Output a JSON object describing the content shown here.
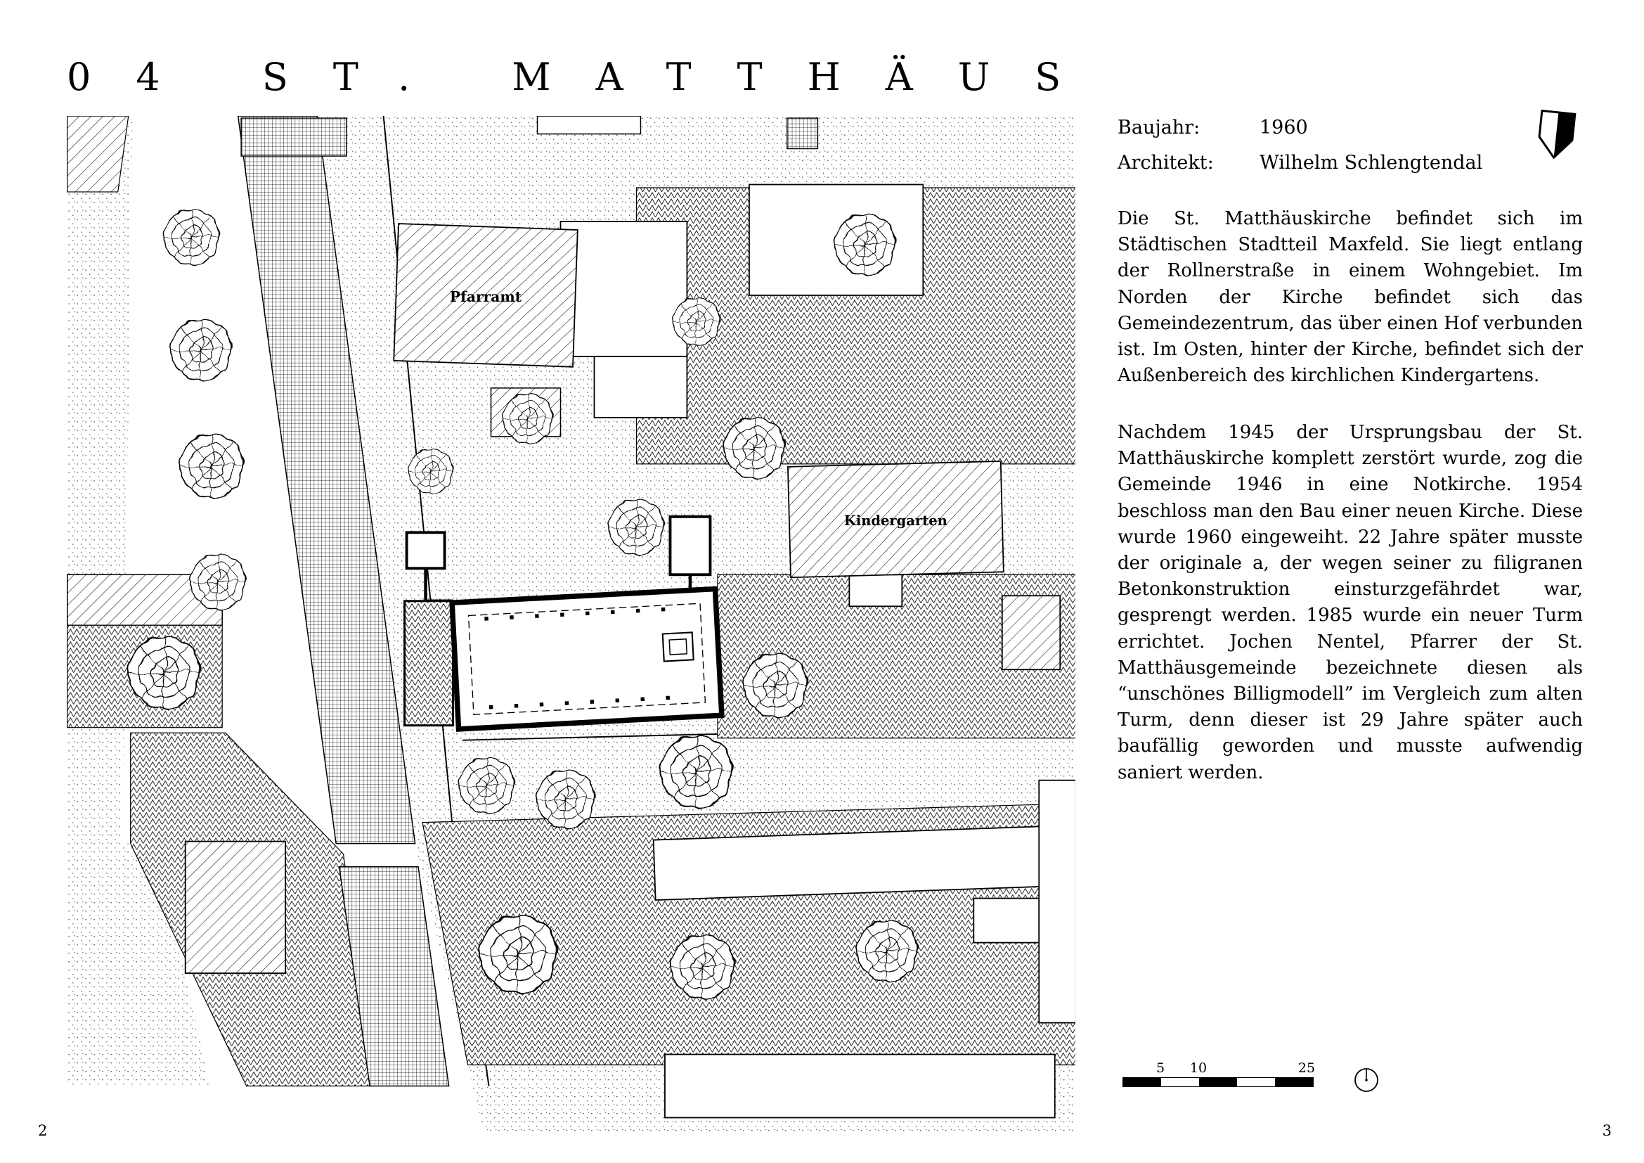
{
  "page": {
    "title": "04 ST. MATTHÄUS",
    "page_number_left": "2",
    "page_number_right": "3"
  },
  "info": {
    "baujahr_label": "Baujahr:",
    "baujahr_value": "1960",
    "architekt_label": "Architekt:",
    "architekt_value": "Wilhelm Schlengtendal"
  },
  "body": {
    "paragraph1": "Die St. Matthäuskirche befindet sich im Städtischen Stadtteil Maxfeld. Sie liegt entlang der Rollnerstraße in einem Wohngebiet. Im Norden der Kirche befindet sich das Gemeindezentrum, das über einen Hof verbunden ist. Im Osten, hinter der Kirche, befindet sich der Außenbereich des kirchlichen Kindergartens.",
    "paragraph2": "Nachdem 1945 der Ursprungsbau der St. Matthäuskirche komplett zerstört wurde, zog die Gemeinde 1946 in eine Notkirche. 1954 beschloss man den Bau einer neuen Kirche. Diese wurde 1960 eingeweiht. 22 Jahre später musste der originale a, der wegen seiner zu filigranen Betonkonstruktion einsturzgefährdet war, gesprengt werden. 1985 wurde ein neuer Turm errichtet. Jochen Nentel, Pfarrer der St. Matthäusgemeinde bezeichnete diesen als “unschönes Billigmodell” im Vergleich zum alten Turm, denn dieser ist 29 Jahre später auch baufällig geworden und musste aufwendig saniert werden."
  },
  "plan": {
    "labels": {
      "pfarramt": "Pfarramt",
      "kindergarten": "Kindergarten"
    }
  },
  "scalebar": {
    "ticks": [
      "5",
      "10",
      "25"
    ]
  },
  "colors": {
    "ink": "#000000",
    "paper": "#ffffff"
  }
}
